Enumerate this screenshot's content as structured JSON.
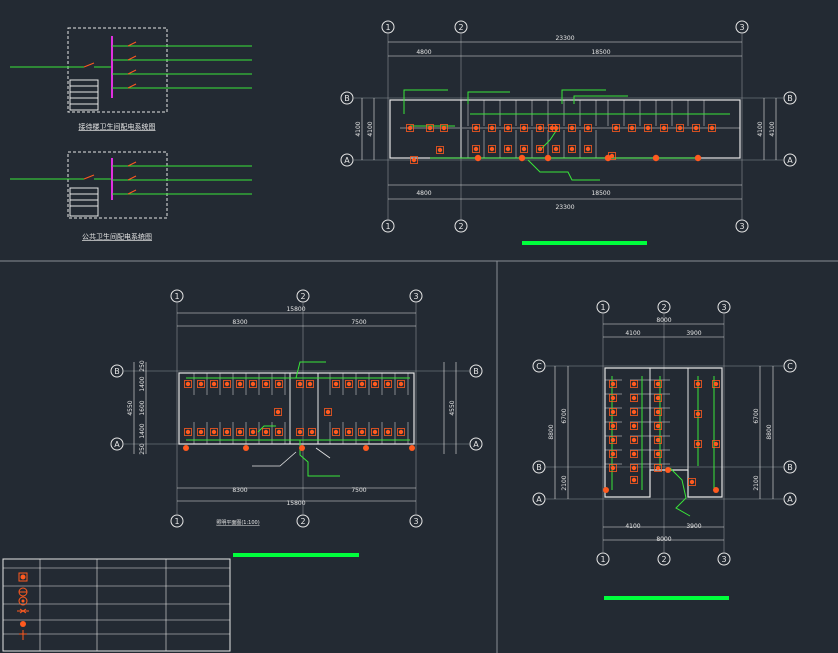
{
  "colors": {
    "background": "#232a33",
    "line_white": "#e6e6e6",
    "wire_green": "#39e639",
    "fixture_orange": "#ff5a1f",
    "switch_magenta": "#e030e0",
    "title_bar_green": "#00ff3c"
  },
  "panel_diagrams": {
    "top_title": "接待楼卫生间配电系统图",
    "bottom_title": "公共卫生间配电系统图"
  },
  "plan_top": {
    "axes_top": [
      "1",
      "2",
      "3"
    ],
    "axes_side": [
      "B",
      "A"
    ],
    "dim_total": "23300",
    "dim_left": "4800",
    "dim_right": "18500",
    "dim_side_outer": "4100",
    "dim_side_inner": "4100"
  },
  "plan_left": {
    "axes_top": [
      "1",
      "2",
      "3"
    ],
    "axes_side": [
      "B",
      "A"
    ],
    "dim_total": "15800",
    "dim_left": "8300",
    "dim_right": "7500",
    "dim_side_total": "4550",
    "dim_side_parts": [
      "250",
      "1400",
      "1600",
      "1400",
      "250"
    ],
    "label_bottom": "照明平面图(1:100)"
  },
  "plan_right": {
    "axes_top": [
      "1",
      "2",
      "3"
    ],
    "axes_side": [
      "C",
      "B",
      "A"
    ],
    "dim_total": "8000",
    "dim_left": "4100",
    "dim_right": "3900",
    "dim_side_total": "8800",
    "dim_side_upper": "6700",
    "dim_side_lower": "2100"
  },
  "legend": {
    "columns": [
      "",
      "",
      "",
      ""
    ]
  }
}
